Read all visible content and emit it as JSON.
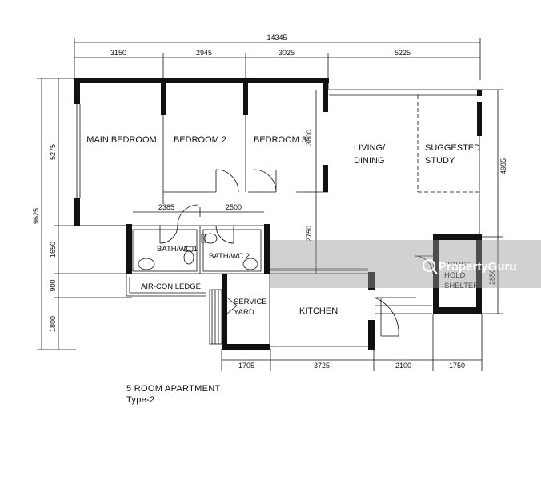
{
  "dimensions": {
    "overall_width": "14345",
    "top": [
      "3150",
      "2945",
      "3025",
      "5225"
    ],
    "left": [
      "9625",
      "5275",
      "1650",
      "900",
      "1800"
    ],
    "right": [
      "4985",
      "2850"
    ],
    "bottom": [
      "1705",
      "3725",
      "2100",
      "1750"
    ],
    "inner": {
      "bath1_width": "2385",
      "bath2_width": "2500",
      "bedroom3_depth": "3800",
      "living_depth": "2750"
    }
  },
  "rooms": {
    "main_bedroom": "MAIN BEDROOM",
    "bedroom_2": "BEDROOM 2",
    "bedroom_3": "BEDROOM 3",
    "living_line1": "LIVING/",
    "living_line2": "DINING",
    "study_line1": "SUGGESTED",
    "study_line2": "STUDY",
    "bath_wc_1": "BATH/WC 1",
    "bath_wc_2": "BATH/WC 2",
    "aircon_ledge": "AIR-CON LEDGE",
    "service_line1": "SERVICE",
    "service_line2": "YARD",
    "kitchen": "KITCHEN",
    "shelter_line1": "HOUSE",
    "shelter_line2": "HOLD",
    "shelter_line3": "SHELTER"
  },
  "caption": {
    "line1": "5 ROOM APARTMENT",
    "line2": "Type-2"
  },
  "watermark": {
    "text": "PropertyGuru"
  },
  "colors": {
    "line": "#111111",
    "watermark_band": "#9a9a9a"
  }
}
